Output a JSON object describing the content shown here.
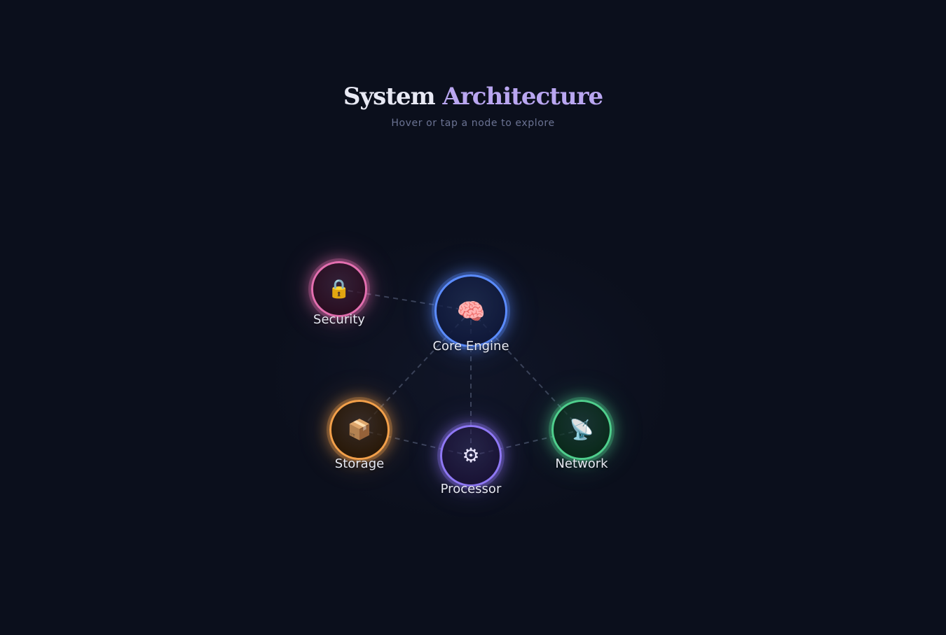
{
  "header": {
    "title_part1": "System",
    "title_part2": "Architecture",
    "subtitle": "Hover or tap a node to explore"
  },
  "nodes": {
    "core": {
      "label": "Core Engine",
      "icon": "brain-icon",
      "glyph": "🧠",
      "color": "#5b8cff",
      "fill": "#10193a"
    },
    "security": {
      "label": "Security",
      "icon": "lock-icon",
      "glyph": "🔒",
      "color": "#e46fb0",
      "fill": "#2a0f22"
    },
    "storage": {
      "label": "Storage",
      "icon": "package-icon",
      "glyph": "📦",
      "color": "#f3a04a",
      "fill": "#2a1a0a"
    },
    "processor": {
      "label": "Processor",
      "icon": "gear-icon",
      "glyph": "⚙",
      "color": "#8f78f5",
      "fill": "#1a1436"
    },
    "network": {
      "label": "Network",
      "icon": "satellite-dish-icon",
      "glyph": "📡",
      "color": "#4fcf8d",
      "fill": "#0b2a1c"
    }
  },
  "edges": [
    [
      "security",
      "core"
    ],
    [
      "core",
      "storage"
    ],
    [
      "core",
      "processor"
    ],
    [
      "core",
      "network"
    ],
    [
      "storage",
      "processor"
    ],
    [
      "processor",
      "network"
    ]
  ],
  "colors": {
    "background": "#0b0f1c",
    "edge": "#3a4258"
  }
}
